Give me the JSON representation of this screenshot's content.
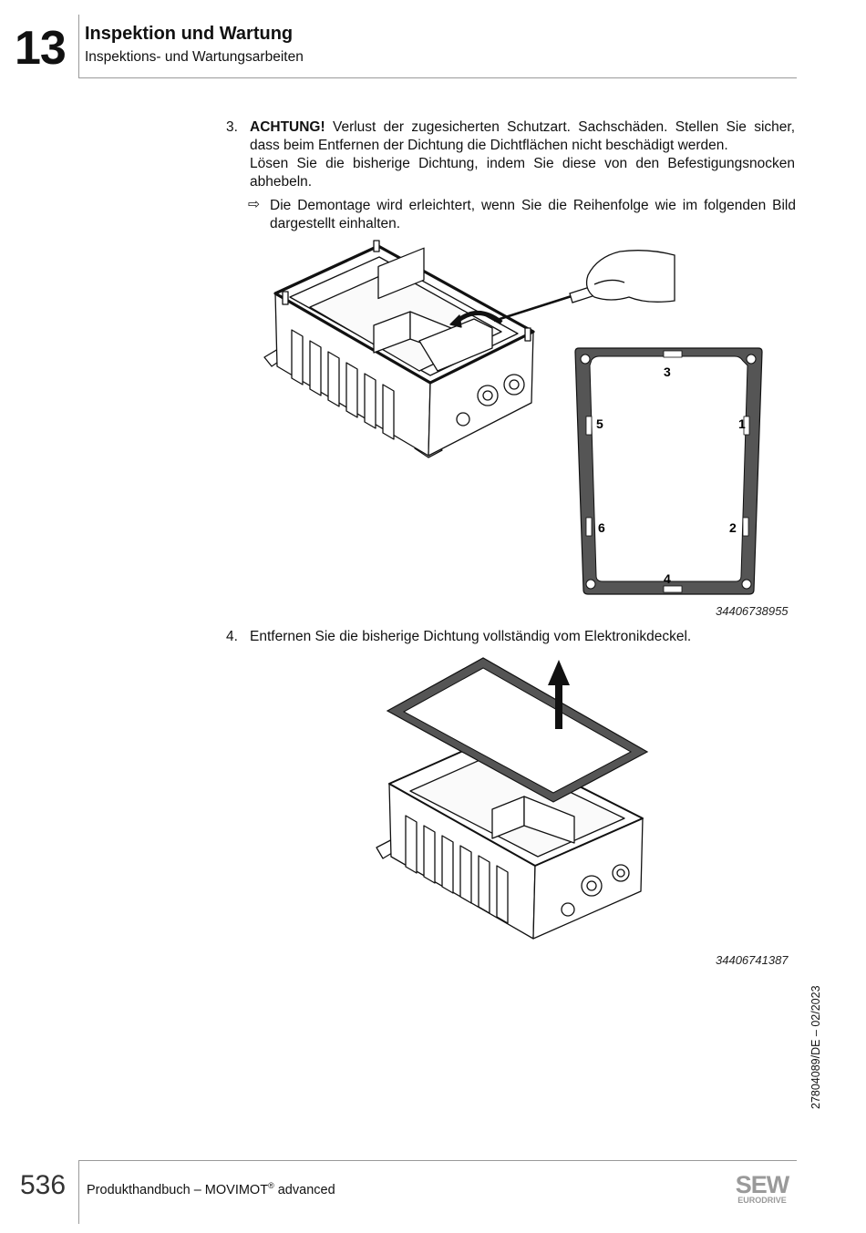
{
  "header": {
    "chapter_number": "13",
    "title": "Inspektion und Wartung",
    "subtitle": "Inspektions- und Wartungsarbeiten"
  },
  "step3": {
    "number": "3.",
    "warning_label": "ACHTUNG!",
    "warning_text": " Verlust der zugesicherten Schutzart. Sachschäden. Stellen Sie sicher, dass beim Entfernen der Dichtung die Dichtflächen nicht beschädigt werden.",
    "instruction": "Lösen Sie die bisherige Dichtung, indem Sie diese von den Befestigungsnocken abhebeln.",
    "result_arrow": "⇨",
    "result_text": "Die Demontage wird erleichtert, wenn Sie die Reihenfolge wie im folgenden Bild dargestellt einhalten."
  },
  "figure1": {
    "gasket_labels": [
      "1",
      "2",
      "3",
      "4",
      "5",
      "6"
    ],
    "id": "34406738955"
  },
  "step4": {
    "number": "4.",
    "text": "Entfernen Sie die bisherige Dichtung vollständig vom Elektronikdeckel."
  },
  "figure2": {
    "id": "34406741387"
  },
  "side_text": "27804089/DE – 02/2023",
  "footer": {
    "page_number": "536",
    "text_before": "Produkthandbuch – MOVIMOT",
    "reg_mark": "®",
    "text_after": " advanced",
    "logo_main": "SEW",
    "logo_sub": "EURODRIVE"
  }
}
